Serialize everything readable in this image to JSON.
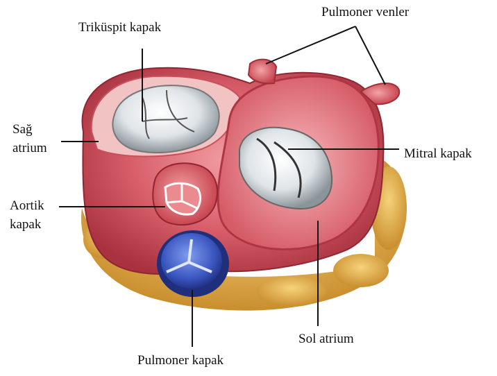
{
  "labels": {
    "tricuspid": "Triküspit kapak",
    "pulm_veins": "Pulmoner venler",
    "right_atrium_1": "Sağ",
    "right_atrium_2": "atrium",
    "mitral": "Mitral kapak",
    "aortic_1": "Aortik",
    "aortic_2": "kapak",
    "left_atrium": "Sol atrium",
    "pulmonary_valve": "Pulmoner kapak"
  },
  "colors": {
    "tissue": "#d2505d",
    "tissue_light": "#ef8f95",
    "tissue_dark": "#a32a37",
    "fat": "#e7b14c",
    "valve_white": "#eef1f3",
    "pulm_blue": "#4a66c8",
    "leader": "#111111"
  }
}
